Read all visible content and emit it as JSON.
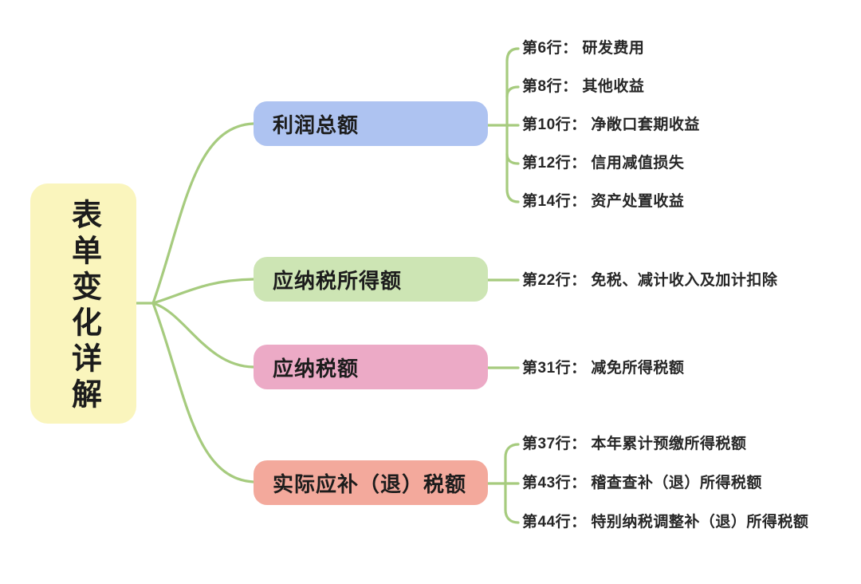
{
  "title": "表单变化详解",
  "colors": {
    "root_bg": "#faf5bd",
    "connector": "#a6cb7e",
    "text": "#1c1c1c"
  },
  "branches": [
    {
      "label": "利润总额",
      "color": "#aec3f1",
      "leaves": [
        "第6行： 研发费用",
        "第8行： 其他收益",
        "第10行： 净敞口套期收益",
        "第12行： 信用减值损失",
        "第14行： 资产处置收益"
      ]
    },
    {
      "label": "应纳税所得额",
      "color": "#cde5b4",
      "leaves": [
        "第22行： 免税、减计收入及加计扣除"
      ]
    },
    {
      "label": "应纳税额",
      "color": "#ecaac6",
      "leaves": [
        "第31行： 减免所得税额"
      ]
    },
    {
      "label": "实际应补（退）税额",
      "color": "#f3a99c",
      "leaves": [
        "第37行： 本年累计预缴所得税额",
        "第43行： 稽查查补（退）所得税额",
        "第44行： 特别纳税调整补（退）所得税额"
      ]
    }
  ]
}
